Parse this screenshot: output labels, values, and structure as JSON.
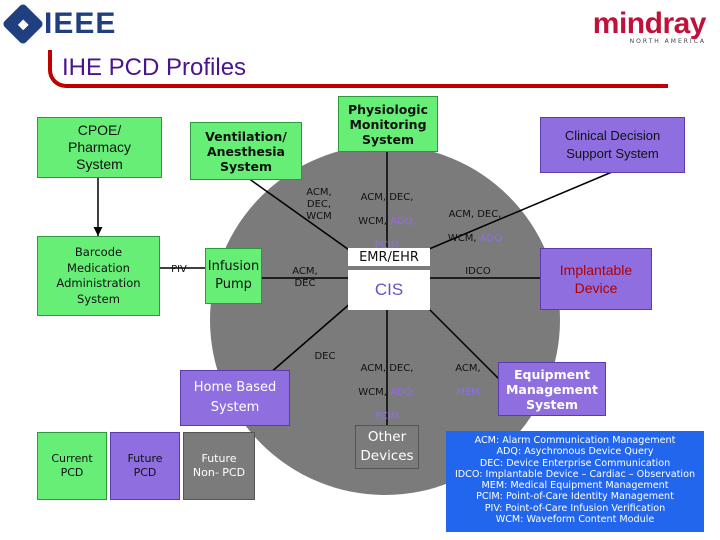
{
  "logos": {
    "left_text": "IEEE",
    "right_text": "mindray",
    "right_subtext": "NORTH AMERICA"
  },
  "title": "IHE PCD Profiles",
  "nodes": {
    "cpoe": "CPOE/\nPharmacy\nSystem",
    "ventilation": "Ventilation/\nAnesthesia\nSystem",
    "physiologic": "Physiologic\nMonitoring\nSystem",
    "clinical_decision": "Clinical Decision\nSupport System",
    "barcode": "Barcode\nMedication\nAdministration\nSystem",
    "infusion": "Infusion\nPump",
    "emr": "EMR/EHR",
    "cis": "CIS",
    "implantable": "Implantable\nDevice",
    "home": "Home Based\nSystem",
    "equipment": "Equipment\nManagement\nSystem",
    "other": "Other\nDevices"
  },
  "edge_labels": {
    "vent": "ACM,\nDEC,\nWCM",
    "phys_1": "ACM, DEC,",
    "phys_2a": "WCM, ",
    "phys_2b": "ADQ,",
    "phys_3": "PCIM",
    "cds_1": "ACM, DEC,",
    "cds_2a": "WCM, ",
    "cds_2b": "ADQ",
    "piv": "PIV",
    "infusion": "ACM,\nDEC",
    "idco": "IDCO",
    "home": "DEC",
    "other_1": "ACM, DEC,",
    "other_2a": "WCM, ",
    "other_2b": "ADQ,",
    "other_3": "PCIM",
    "equip_1": "ACM,",
    "equip_2": "MEM"
  },
  "legend_keys": {
    "current": "Current\nPCD",
    "future": "Future\nPCD",
    "future_non": "Future\nNon- PCD"
  },
  "glossary": [
    "ACM: Alarm Communication Management",
    "ADQ: Asychronous Device Query",
    "DEC: Device Enterprise Communication",
    "IDCO: Implantable Device – Cardiac – Observation",
    "MEM: Medical Equipment Management",
    "PCIM: Point-of-Care Identity Management",
    "PIV: Point-of-Care Infusion Verification",
    "WCM:  Waveform Content Module"
  ],
  "colors": {
    "current_pcd": "#66ee77",
    "future_pcd": "#8f6fe0",
    "hub": "#7b7b7b",
    "legend_bg": "#2266ee",
    "title_rule": "#c00000",
    "future_highlight": "#8f6fe0"
  }
}
